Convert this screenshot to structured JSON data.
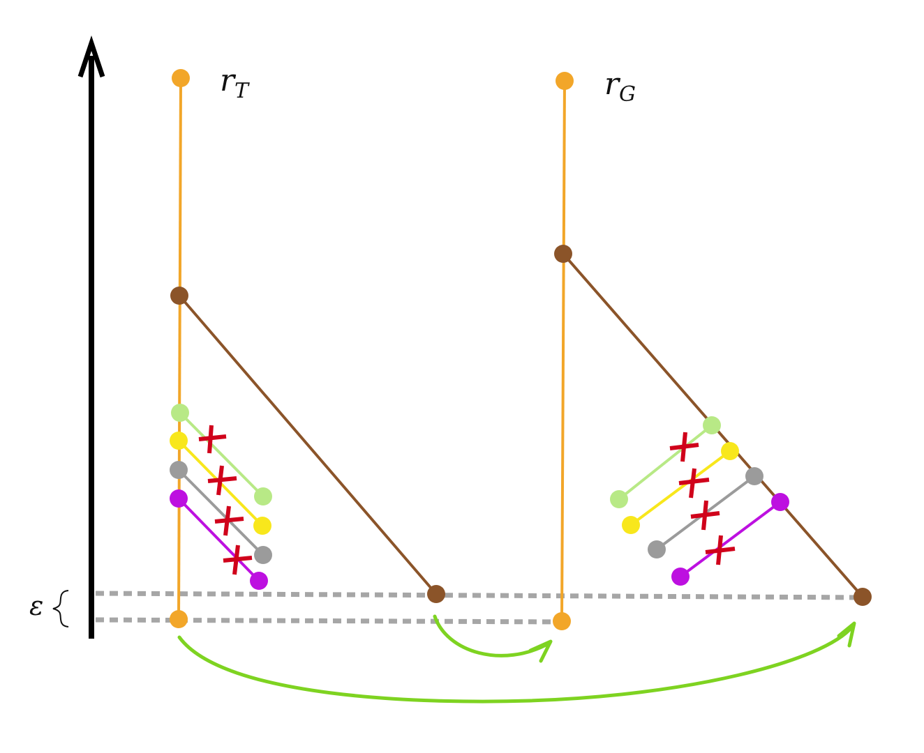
{
  "labels": {
    "left_root_main": "r",
    "left_root_sub": "T",
    "right_root_main": "r",
    "right_root_sub": "G",
    "epsilon": "ε"
  },
  "colors": {
    "trunk": "#F2A629",
    "brown": "#8B5429",
    "light_green": "#B8E986",
    "yellow": "#F8E71C",
    "gray": "#9B9B9B",
    "magenta": "#BD10E0",
    "cross": "#D0021B",
    "green_arrow": "#7ED321",
    "dotted": "#A6A6A6",
    "axis": "#000000"
  },
  "trees": [
    {
      "id": "tree-t",
      "root_label": "r_T",
      "branch_colors": [
        "light_green",
        "yellow",
        "gray",
        "magenta"
      ],
      "branches_crossed": true
    },
    {
      "id": "tree-g",
      "root_label": "r_G",
      "branch_colors": [
        "light_green",
        "yellow",
        "gray",
        "magenta"
      ],
      "branches_crossed": true
    }
  ]
}
